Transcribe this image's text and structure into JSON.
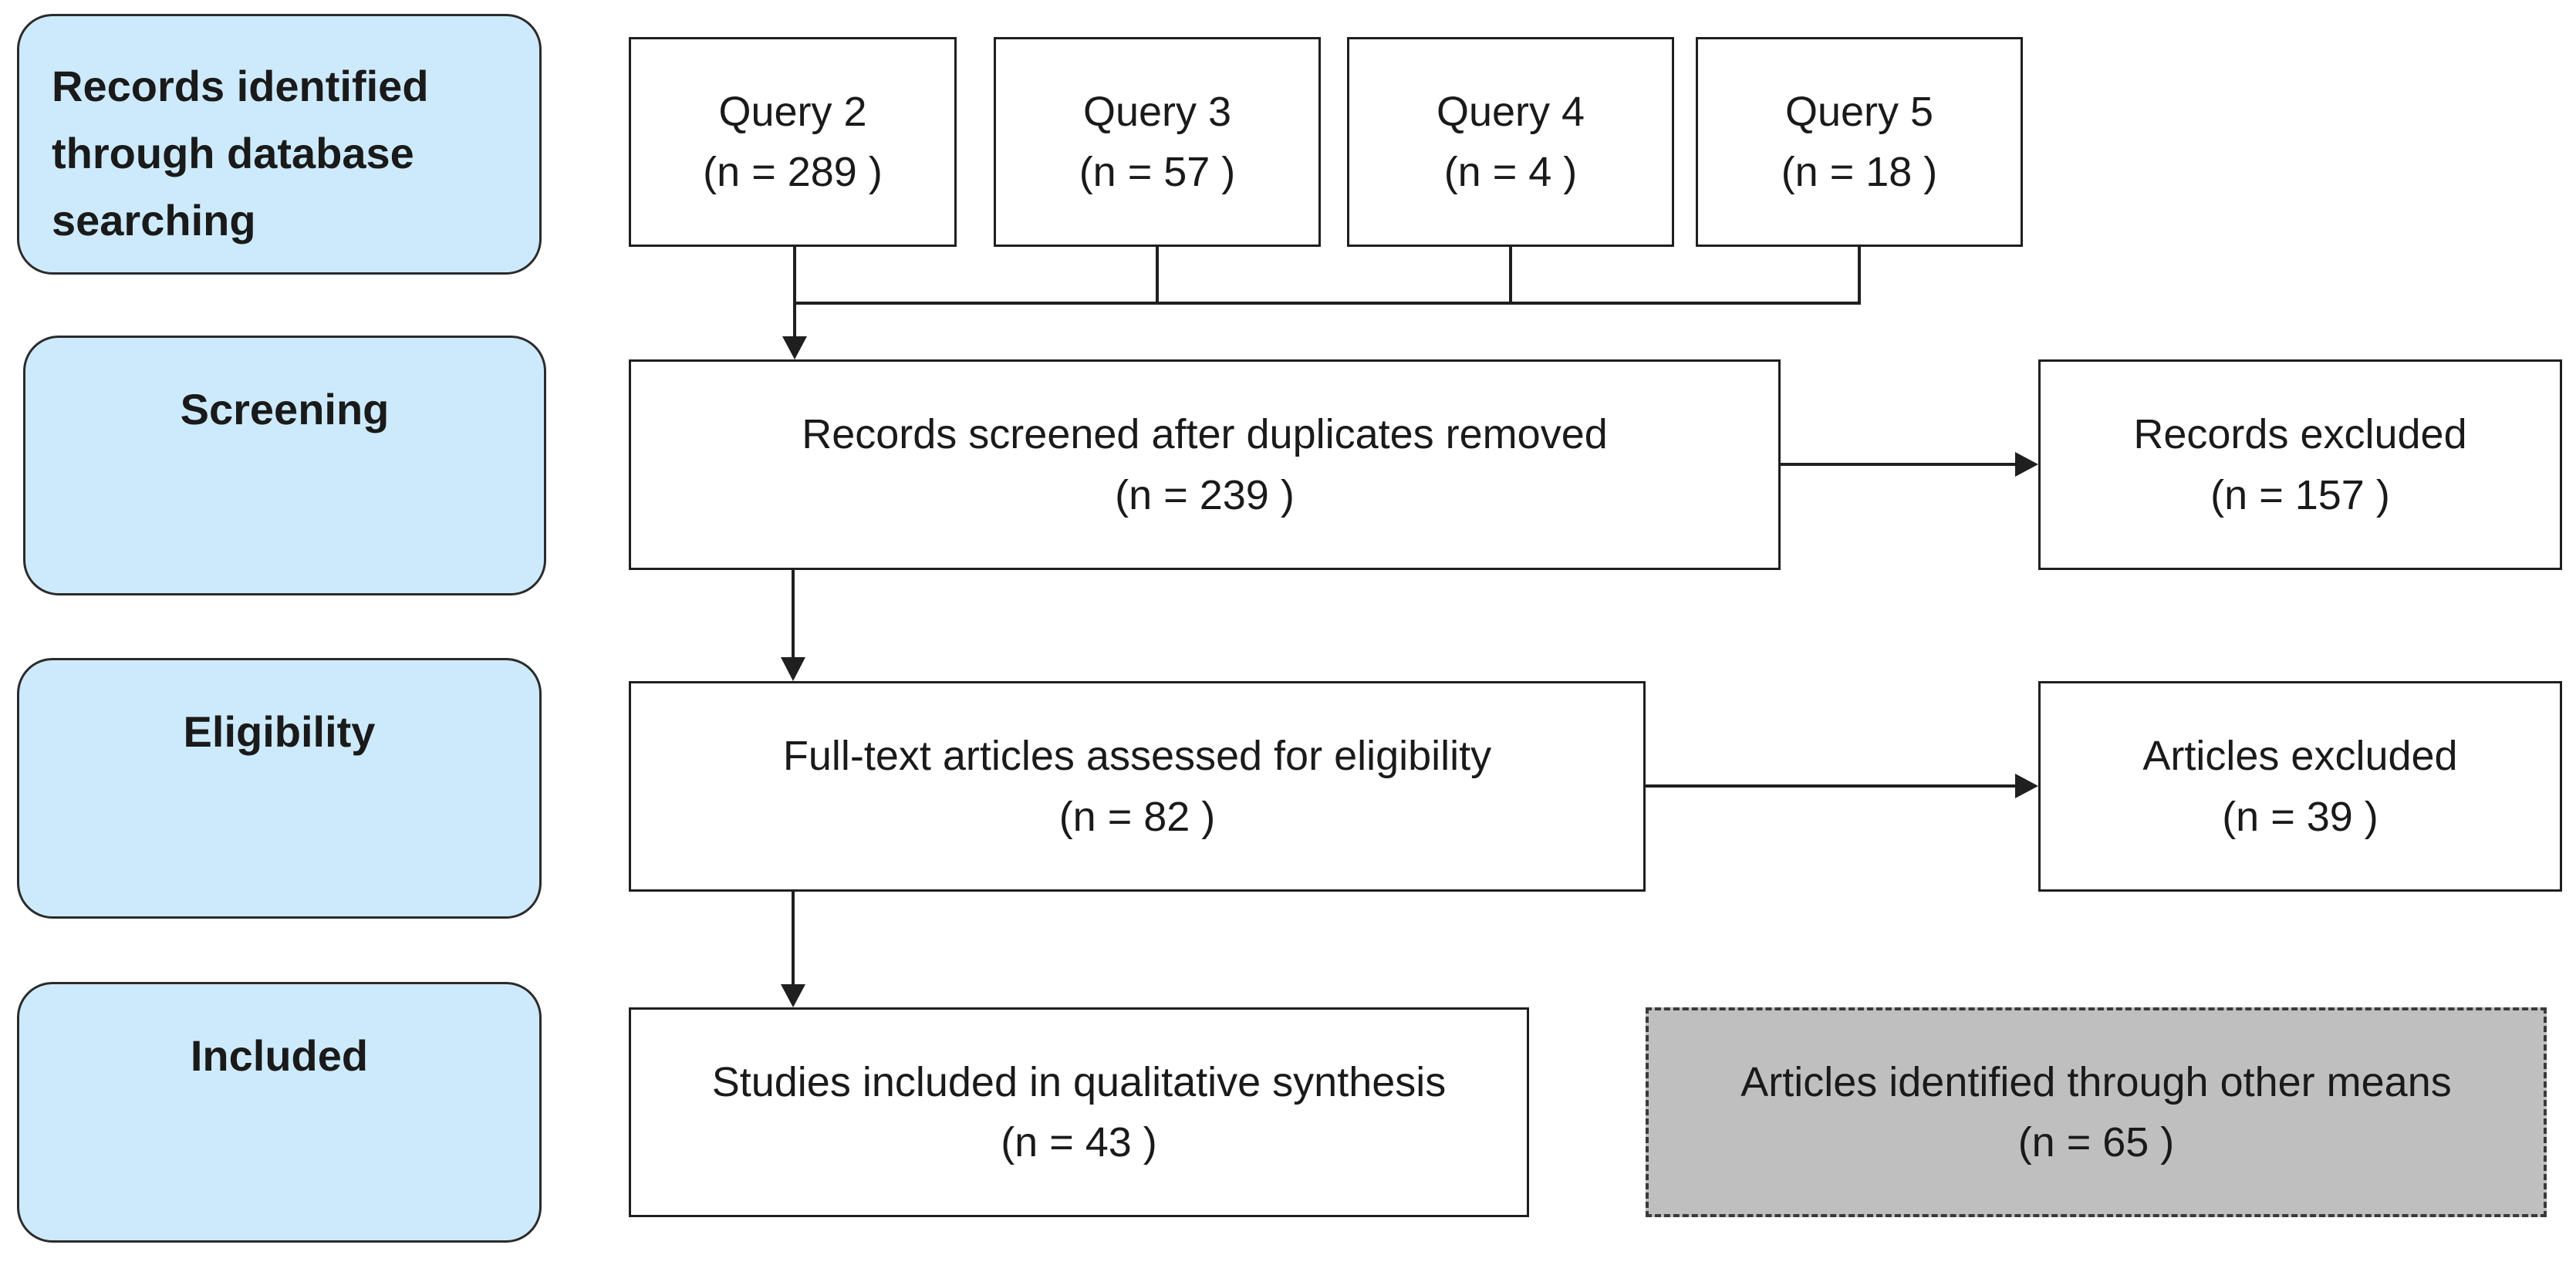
{
  "stages": {
    "identification": {
      "lines": [
        "Records identified",
        "through database",
        "searching"
      ]
    },
    "screening": {
      "label": "Screening"
    },
    "eligibility": {
      "label": "Eligibility"
    },
    "included": {
      "label": "Included"
    }
  },
  "queries": [
    {
      "title": "Query 2",
      "count": "(n = 289 )"
    },
    {
      "title": "Query 3",
      "count": "(n = 57 )"
    },
    {
      "title": "Query 4",
      "count": "(n = 4 )"
    },
    {
      "title": "Query 5",
      "count": "(n = 18 )"
    }
  ],
  "screened": {
    "title": "Records screened after duplicates removed",
    "count": "(n = 239 )"
  },
  "records_excluded": {
    "title": "Records excluded",
    "count": "(n = 157 )"
  },
  "eligibility_assessed": {
    "title": "Full-text articles assessed for eligibility",
    "count": "(n = 82 )"
  },
  "articles_excluded": {
    "title": "Articles excluded",
    "count": "(n = 39 )"
  },
  "included_studies": {
    "title": "Studies included in qualitative synthesis",
    "count": "(n = 43 )"
  },
  "other_means": {
    "title": "Articles identified through other means",
    "count": "(n = 65 )"
  },
  "colors": {
    "stage_fill": "#cdeafc",
    "other_means_fill": "#bfbfbf",
    "line": "#1f1f1f"
  }
}
